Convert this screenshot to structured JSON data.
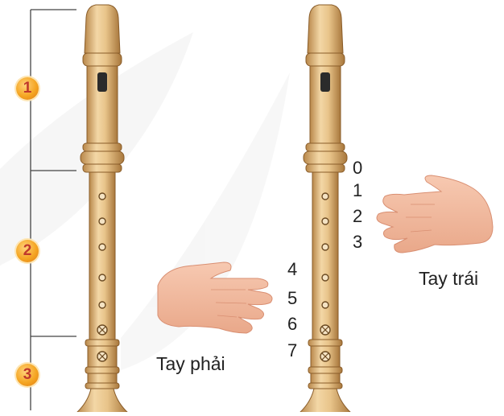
{
  "sections": [
    {
      "number": "1"
    },
    {
      "number": "2"
    },
    {
      "number": "3"
    }
  ],
  "hole_numbers": [
    "0",
    "1",
    "2",
    "3",
    "4",
    "5",
    "6",
    "7"
  ],
  "labels": {
    "right_hand": "Tay phải",
    "left_hand": "Tay trái"
  },
  "colors": {
    "recorder_body": "#e8c48a",
    "recorder_shade": "#b8874a",
    "badge": "#f5a623",
    "badge_text": "#c0392b",
    "hand_skin": "#f3b9a0"
  }
}
